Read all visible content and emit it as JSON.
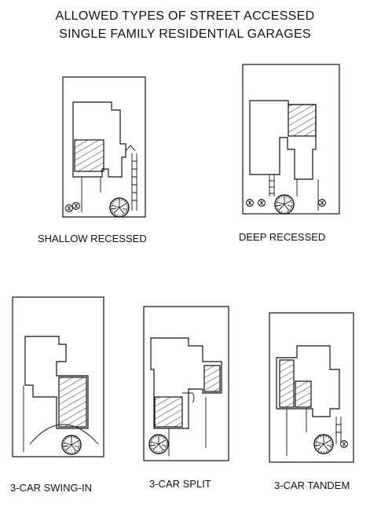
{
  "title": {
    "line1": "ALLOWED TYPES OF STREET ACCESSED",
    "line2": "SINGLE FAMILY RESIDENTIAL GARAGES"
  },
  "diagrams": [
    {
      "caption": "SHALLOW RECESSED"
    },
    {
      "caption": "DEEP RECESSED"
    },
    {
      "caption": "3-CAR SWING-IN"
    },
    {
      "caption": "3-CAR SPLIT"
    },
    {
      "caption": "3-CAR TANDEM"
    }
  ],
  "colors": {
    "ink": "#111111",
    "paper": "#ffffff"
  }
}
